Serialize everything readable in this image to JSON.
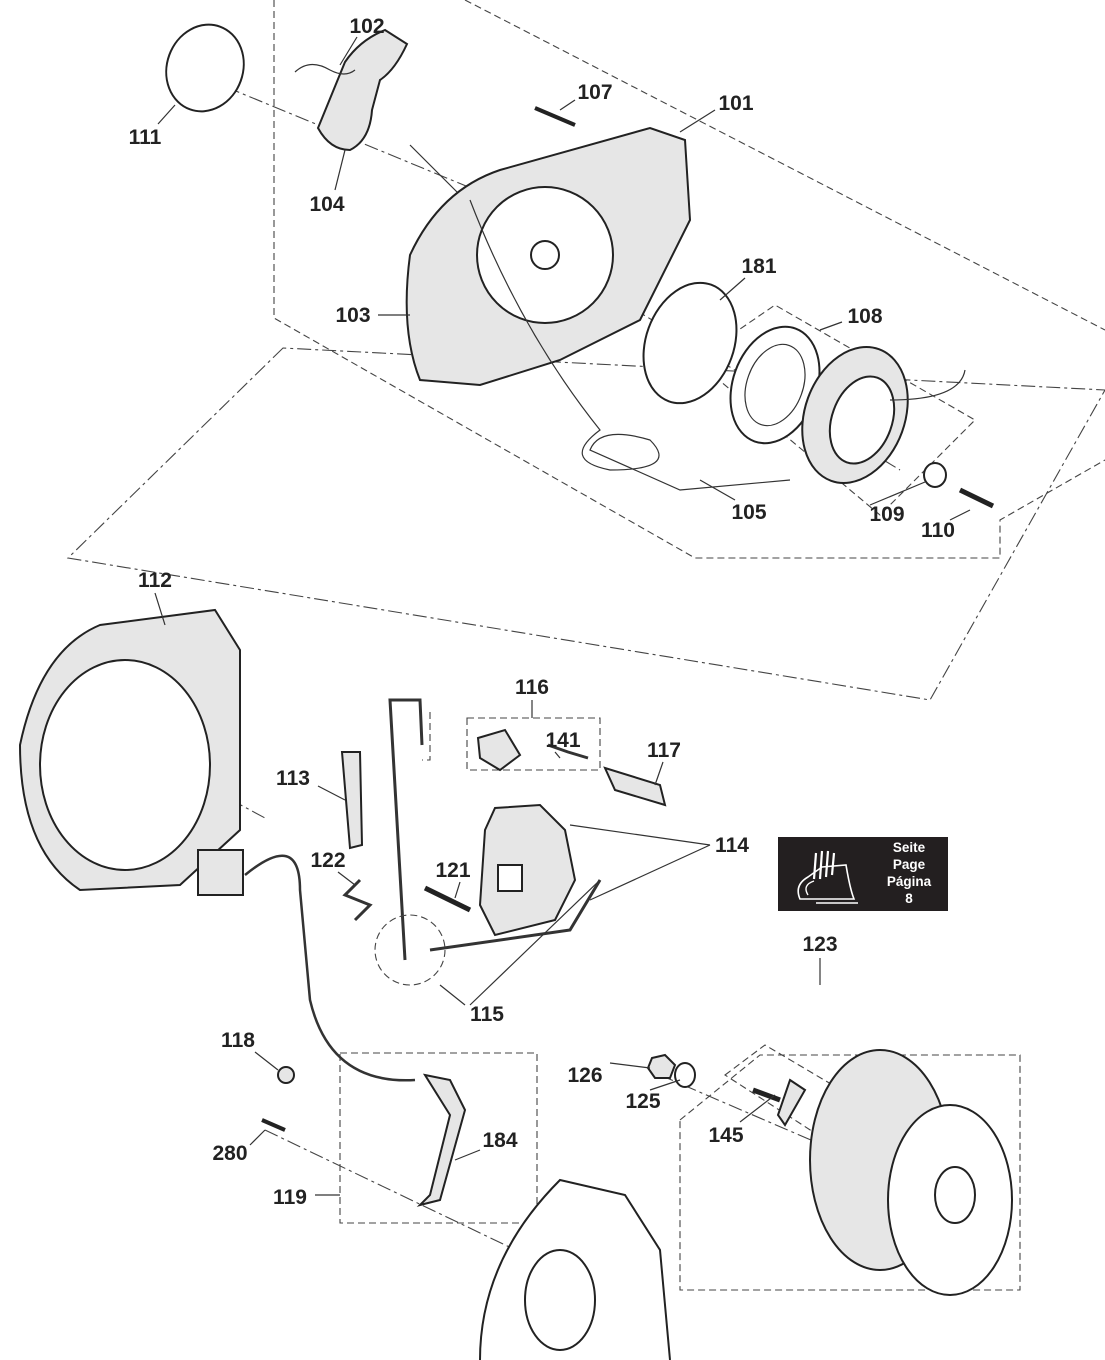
{
  "parts": {
    "p101": "101",
    "p102": "102",
    "p103": "103",
    "p104": "104",
    "p105": "105",
    "p107": "107",
    "p108": "108",
    "p109": "109",
    "p110": "110",
    "p111": "111",
    "p112": "112",
    "p113": "113",
    "p114": "114",
    "p115": "115",
    "p116": "116",
    "p117": "117",
    "p118": "118",
    "p119": "119",
    "p121": "121",
    "p122": "122",
    "p123": "123",
    "p125": "125",
    "p126": "126",
    "p141": "141",
    "p145": "145",
    "p181": "181",
    "p184": "184",
    "p280": "280"
  },
  "page_ref": {
    "icon": "shoe-icon",
    "line1": "Seite",
    "line2": "Page",
    "line3": "Página",
    "page": "8",
    "bg_color": "#231f20"
  }
}
